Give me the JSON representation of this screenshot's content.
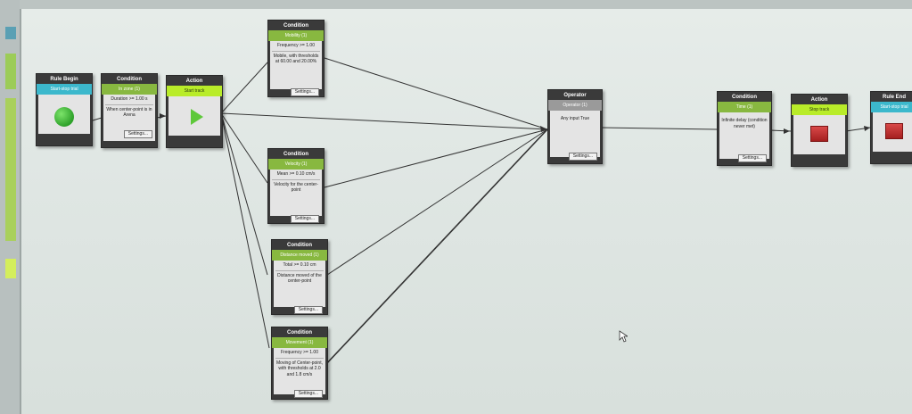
{
  "blocks": {
    "rule_begin": {
      "title": "Rule Begin",
      "sub": "Start-stop trial"
    },
    "cond_inzone": {
      "title": "Condition",
      "sub": "In zone (1)",
      "line1": "Duration >= 1.00 s",
      "desc": "When center-point is in Arena",
      "settings": "Settings..."
    },
    "action_start": {
      "title": "Action",
      "sub": "Start track"
    },
    "cond_mobility": {
      "title": "Condition",
      "sub": "Mobility (1)",
      "line1": "Frequency >= 1.00",
      "desc": "Mobile, with thresholds at 60.00 and 20.00%",
      "settings": "Settings..."
    },
    "cond_velocity": {
      "title": "Condition",
      "sub": "Velocity (1)",
      "line1": "Mean >= 0.10 cm/s",
      "desc": "Velocity for the center-point",
      "settings": "Settings..."
    },
    "cond_distance": {
      "title": "Condition",
      "sub": "Distance moved (1)",
      "line1": "Total >= 0.10 cm",
      "desc": "Distance moved of the center-point",
      "settings": "Settings..."
    },
    "cond_movement": {
      "title": "Condition",
      "sub": "Movement (1)",
      "line1": "Frequency >= 1.00",
      "desc": "Moving of Center-point, with thresholds at 2.0 and 1.8 cm/s",
      "settings": "Settings..."
    },
    "operator": {
      "title": "Operator",
      "sub": "Operator (1)",
      "line1": "Any input True",
      "settings": "Settings..."
    },
    "cond_time": {
      "title": "Condition",
      "sub": "Time (1)",
      "line1": "Infinite delay (condition never met)",
      "settings": "Settings..."
    },
    "action_stop": {
      "title": "Action",
      "sub": "Stop track"
    },
    "rule_end": {
      "title": "Rule End",
      "sub": "Start-stop trial"
    }
  },
  "icons": {
    "rule_begin": "green-circle-icon",
    "action_start": "play-icon",
    "action_stop": "stop-icon",
    "rule_end": "stop-icon"
  },
  "colors": {
    "rule_bar": "#3cb8cc",
    "condition_bar": "#88b840",
    "action_bar": "#b9ec29",
    "operator_bar": "#9a9a9a",
    "block_frame": "#3a3a3a"
  }
}
